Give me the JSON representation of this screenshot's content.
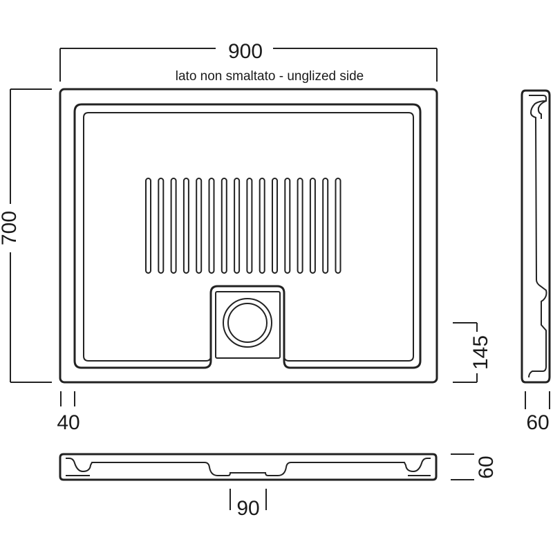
{
  "dimensions": {
    "width": "900",
    "depth": "700",
    "rim": "40",
    "drain_offset": "145",
    "side_height": "60",
    "front_height": "60",
    "drain_width": "90"
  },
  "labels": {
    "unglazed_side": "lato non smaltato - unglized side"
  },
  "drain_slots": 16,
  "colors": {
    "line": "#222222",
    "background": "#ffffff"
  }
}
